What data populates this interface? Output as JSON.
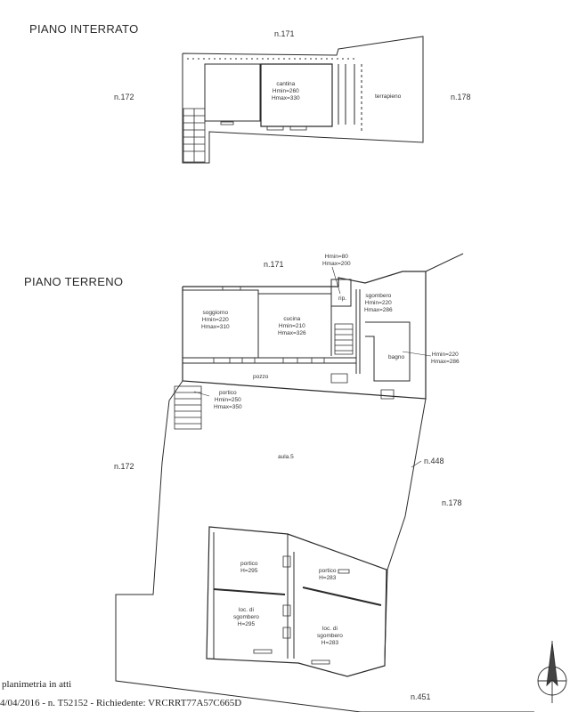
{
  "floors": {
    "basement": {
      "title": "PIANO INTERRATO",
      "parcel_top": "n.171",
      "parcel_left": "n.172",
      "parcel_right": "n.178",
      "rooms": {
        "cantina": {
          "name": "cantina",
          "hmin": "Hmin=260",
          "hmax": "Hmax=330"
        },
        "terrapieno": {
          "name": "terrapieno"
        }
      }
    },
    "ground": {
      "title": "PIANO TERRENO",
      "parcel_top": "n.171",
      "parcel_left": "n.172",
      "parcel_right": "n.178",
      "parcel_448": "n.448",
      "parcel_451": "n.451",
      "rooms": {
        "rip": {
          "hmin": "Hmin=80",
          "hmax": "Hmax=200",
          "name": "rip."
        },
        "soggiorno": {
          "name": "soggiorno",
          "hmin": "Hmin=220",
          "hmax": "Hmax=310"
        },
        "cucina": {
          "name": "cucina",
          "hmin": "Hmin=210",
          "hmax": "Hmax=326"
        },
        "sgombero": {
          "name": "sgombero",
          "hmin": "Hmin=220",
          "hmax": "Hmax=286"
        },
        "bagno": {
          "name": "bagno",
          "hmin": "Hmin=220",
          "hmax": "Hmax=286"
        },
        "pozzo": {
          "name": "pozzo"
        },
        "portico_main": {
          "name": "portico",
          "hmin": "Hmin=250",
          "hmax": "Hmax=350"
        },
        "corte": {
          "name": "aula.5"
        },
        "portico_a": {
          "name": "portico",
          "h": "H=295"
        },
        "portico_b": {
          "name": "portico",
          "h": "H=283"
        },
        "loc_a": {
          "name1": "loc. di",
          "name2": "sgombero",
          "h": "H=295"
        },
        "loc_b": {
          "name1": "loc. di",
          "name2": "sgombero",
          "h": "H=283"
        }
      }
    }
  },
  "footer": {
    "line1": "planimetria in atti",
    "line2": "4/04/2016 - n. T52152 - Richiedente: VRCRRT77A57C665D"
  }
}
